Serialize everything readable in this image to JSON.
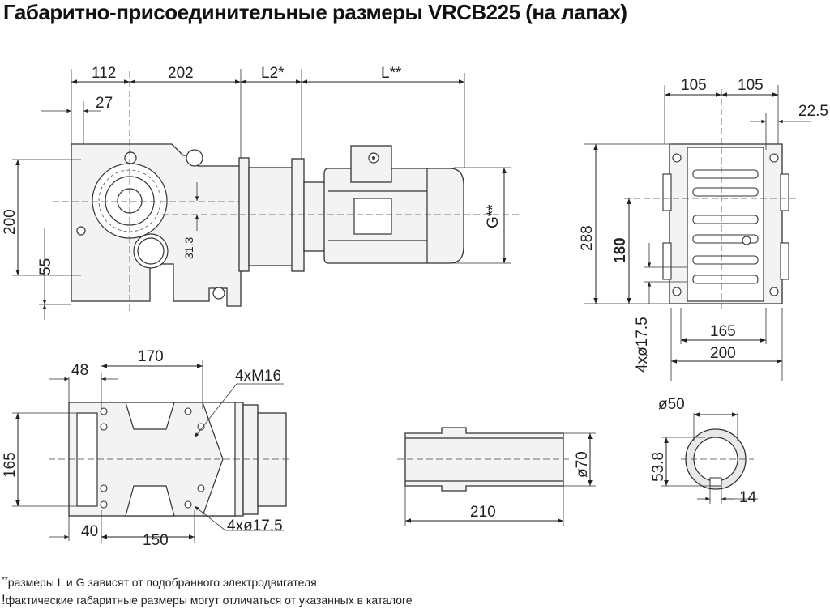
{
  "title": "Габаритно-присоединительные размеры VRCB225 (на лапах)",
  "front_view": {
    "d112": "112",
    "d202": "202",
    "dL2": "L2*",
    "dL": "L**",
    "d27": "27",
    "d200": "200",
    "d55": "55",
    "d31_3": "31.3",
    "dG": "G**"
  },
  "side_view": {
    "d105a": "105",
    "d105b": "105",
    "d22_5": "22.5",
    "d288": "288",
    "d180": "180",
    "holes": "4xø17.5",
    "d165": "165",
    "d200": "200"
  },
  "plan_view": {
    "d170": "170",
    "d48": "48",
    "thread": "4xM16",
    "d165": "165",
    "d40": "40",
    "d150": "150",
    "holes": "4xø17.5"
  },
  "shaft_view": {
    "d70": "ø70",
    "d210": "210"
  },
  "section_view": {
    "d50": "ø50",
    "d53_8": "53.8",
    "d14": "14"
  },
  "notes": [
    {
      "mark": "**",
      "text": "размеры L и G зависят от подобранного электродвигателя"
    },
    {
      "mark": "!",
      "text": "фактические габаритные размеры могут отличаться от указанных в каталоге"
    }
  ]
}
